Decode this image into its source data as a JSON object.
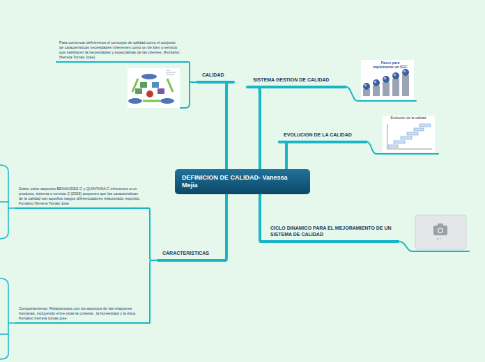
{
  "diagram": {
    "nodes": [
      {
        "text": [
          "DEFINICION DE CALIDAD- Vanessa Mejia"
        ]
      },
      {
        "text": [
          "CALIDAD"
        ]
      },
      {
        "text": [
          "Para comenzar definiremos el concepto de calidad como el conjunto de caracteristicas necesidades inherentes como un de bien o servicio que satisfacen la necesidades y expectativas de las clientes. (Fontalvo Herrera Tomás José)"
        ]
      },
      {
        "text": [
          "SISTEMA GESTION DE CALIDAD"
        ]
      },
      {
        "text": [
          "EVOLUCION DE LA CALIDAD"
        ]
      },
      {
        "text": [
          "CICLO DINAMICO PARA EL MEJORAMIENTO DE UN SISTEMA DE CALIDAD"
        ]
      },
      {
        "text": [
          "CARACTERISTICAS"
        ]
      },
      {
        "text": [
          "Sobre estos aspectos BENAVIDES C y QUINTANA C inherentes a un producto, sistema o servicio 2 (2003) proponen que las caracteristicas de la calidad son aquellos rasgos diferenciadores relacionado requisito. Fontalvo Herrera Tomás José"
        ]
      },
      {
        "text": [
          "Comportamiento: Relacionados con los aspectos de las relaciones humanas, incluyendo entre otras la cortesia , la honestidad y la ética. Fontalvo herrera tomas jose"
        ]
      }
    ],
    "edges": [
      {
        "from": 0,
        "to": 1,
        "arrow": "none"
      },
      {
        "from": 0,
        "to": 3,
        "arrow": "none"
      },
      {
        "from": 0,
        "to": 4,
        "arrow": "none"
      },
      {
        "from": 0,
        "to": 5,
        "arrow": "none"
      },
      {
        "from": 0,
        "to": 6,
        "arrow": "none"
      },
      {
        "from": 1,
        "to": 2,
        "arrow": "none"
      },
      {
        "from": 6,
        "to": 7,
        "arrow": "none"
      },
      {
        "from": 6,
        "to": 8,
        "arrow": "none"
      }
    ],
    "labels": [
      "Pasos para implementar un SGC",
      "Evolución de la calidad"
    ]
  }
}
